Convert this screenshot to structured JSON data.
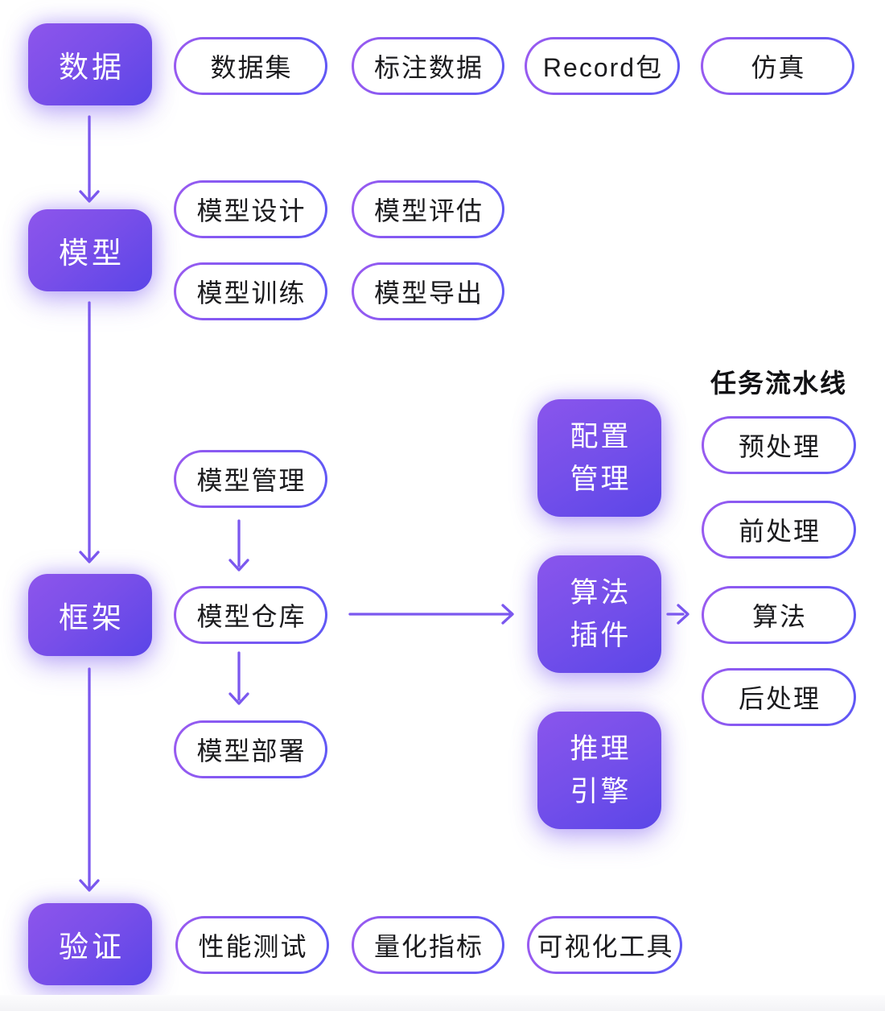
{
  "colors": {
    "background": "#FFFFFF",
    "node_gradient_start": "#8D55EC",
    "node_gradient_end": "#5A45E8",
    "pill_border_start": "#9A5BF0",
    "pill_border_end": "#5F58F5",
    "pill_text": "#1B1B1E",
    "arrow": "#7B58EF"
  },
  "stages": {
    "data": "数据",
    "model": "模型",
    "framework": "框架",
    "validation": "验证"
  },
  "data_items": {
    "dataset": "数据集",
    "annotated_data": "标注数据",
    "record_package": "Record包",
    "simulation": "仿真"
  },
  "model_items": {
    "model_design": "模型设计",
    "model_evaluation": "模型评估",
    "model_training": "模型训练",
    "model_export": "模型导出"
  },
  "model_chain": {
    "model_management": "模型管理",
    "model_repository": "模型仓库",
    "model_deployment": "模型部署"
  },
  "plugin_nodes": {
    "config_management": {
      "line1": "配置",
      "line2": "管理"
    },
    "algorithm_plugin": {
      "line1": "算法",
      "line2": "插件"
    },
    "inference_engine": {
      "line1": "推理",
      "line2": "引擎"
    }
  },
  "pipeline": {
    "title": "任务流水线",
    "preprocessing": "预处理",
    "pre_processing": "前处理",
    "algorithm": "算法",
    "post_processing": "后处理"
  },
  "validation_items": {
    "performance_test": "性能测试",
    "quantitative_metrics": "量化指标",
    "visualization_tools": "可视化工具"
  }
}
